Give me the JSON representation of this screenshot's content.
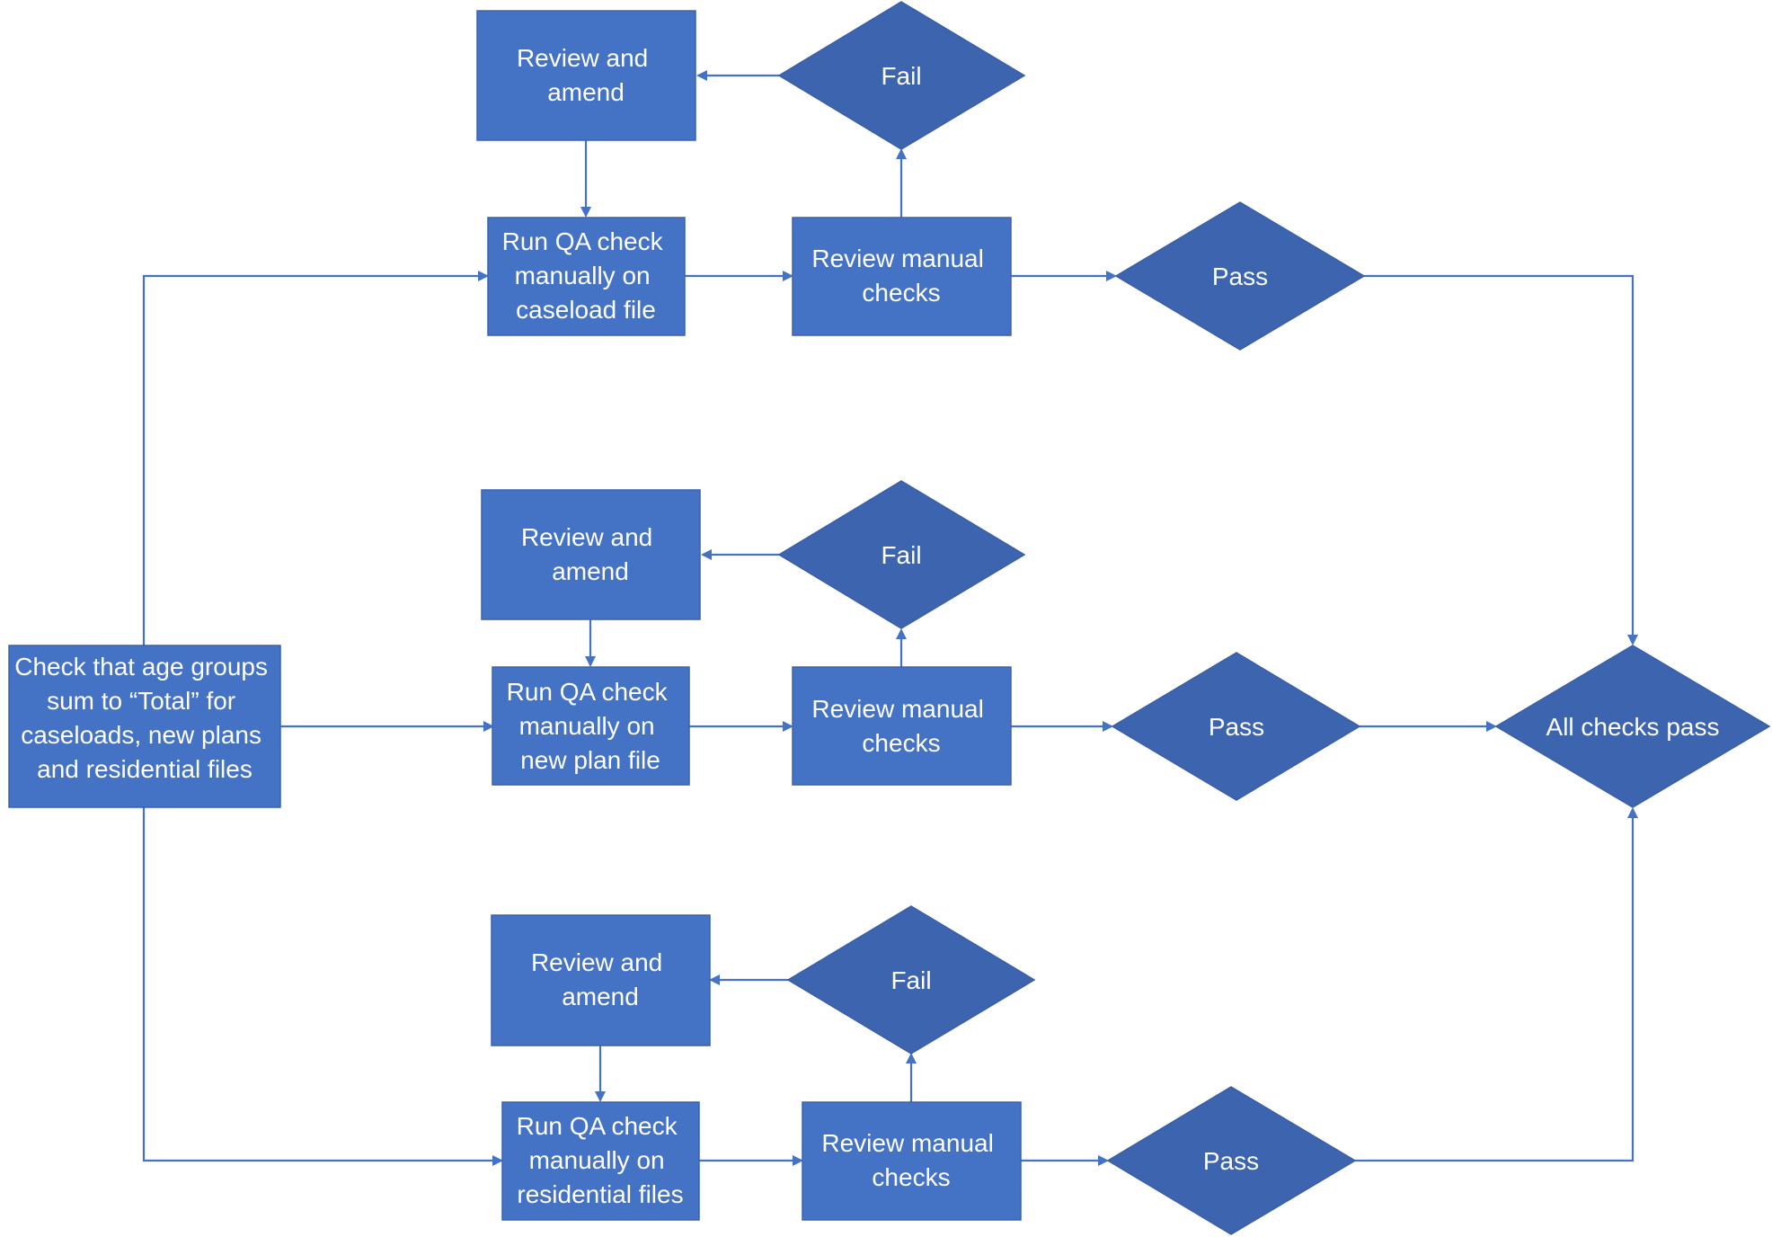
{
  "colors": {
    "box_fill": "#4472C4",
    "diamond_fill": "#3D64AE",
    "connector": "#4472C4",
    "text": "#FFFFFF"
  },
  "nodes": {
    "start": {
      "lines": [
        "Check that age groups",
        "sum to “Total” for",
        "caseloads, new plans",
        "and residential files"
      ]
    },
    "caseload": {
      "review_amend": {
        "lines": [
          "Review and",
          "amend"
        ]
      },
      "fail": {
        "lines": [
          "Fail"
        ]
      },
      "run_qa": {
        "lines": [
          "Run QA check",
          "manually on",
          "caseload file"
        ]
      },
      "review_manual": {
        "lines": [
          "Review manual",
          "checks"
        ]
      },
      "pass": {
        "lines": [
          "Pass"
        ]
      }
    },
    "new_plan": {
      "review_amend": {
        "lines": [
          "Review and",
          "amend"
        ]
      },
      "fail": {
        "lines": [
          "Fail"
        ]
      },
      "run_qa": {
        "lines": [
          "Run QA check",
          "manually on",
          "new plan file"
        ]
      },
      "review_manual": {
        "lines": [
          "Review manual",
          "checks"
        ]
      },
      "pass": {
        "lines": [
          "Pass"
        ]
      }
    },
    "residential": {
      "review_amend": {
        "lines": [
          "Review and",
          "amend"
        ]
      },
      "fail": {
        "lines": [
          "Fail"
        ]
      },
      "run_qa": {
        "lines": [
          "Run QA check",
          "manually on",
          "residential files"
        ]
      },
      "review_manual": {
        "lines": [
          "Review manual",
          "checks"
        ]
      },
      "pass": {
        "lines": [
          "Pass"
        ]
      }
    },
    "all_pass": {
      "lines": [
        "All checks pass"
      ]
    }
  }
}
